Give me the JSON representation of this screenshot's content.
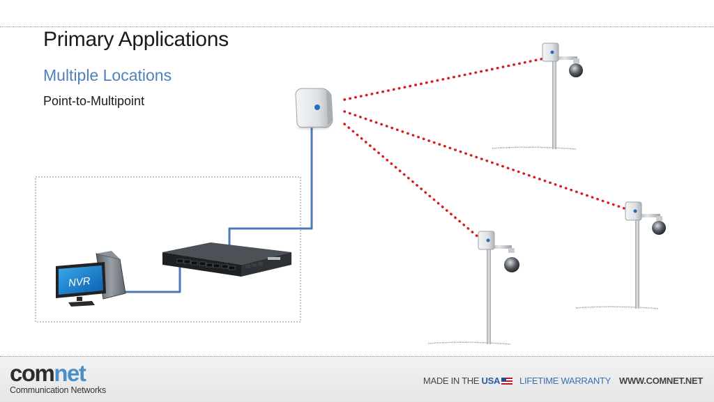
{
  "slide": {
    "title": "Primary Applications",
    "subtitle": "Multiple Locations",
    "subsubtitle": "Point-to-Multipoint"
  },
  "diagram": {
    "nvr_label": "NVR",
    "colors": {
      "wireless_link": "#d62020",
      "cable": "#4f78b8",
      "pole": "#b8bcc2",
      "grass": "#8a8a8a"
    },
    "icons": [
      "nvr-computer-icon",
      "network-switch-icon",
      "wireless-radio-icon",
      "ip-camera-icon"
    ]
  },
  "footer": {
    "brand_main": "com",
    "brand_accent": "net",
    "brand_tagline": "Communication Networks",
    "made_in": "MADE IN THE ",
    "usa": "USA",
    "warranty": "LIFETIME WARRANTY",
    "website": "WWW.COMNET.NET"
  }
}
